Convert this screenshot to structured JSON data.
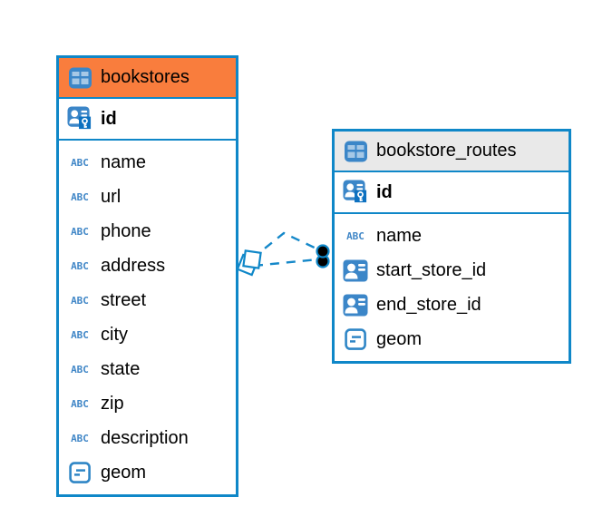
{
  "colors": {
    "canvas_bg": "#ffffff",
    "table_border_blue": "#0f87c8",
    "relation_line_blue": "#1588c9",
    "bookstores_header_bg": "#f97d3d",
    "routes_header_bg": "#e9e9e9",
    "badge_icon_blue": "#3b86c8",
    "icon_outline_blue": "#2f86c6",
    "abc_icon_blue": "#4187c7",
    "key_overlay_blue": "#0d71c0",
    "marker_dot_fill": "#000000",
    "text_color": "#000000"
  },
  "tables": [
    {
      "name": "bookstores",
      "header_icon": "table-icon",
      "header_bg": "#f97d3d",
      "primary_key": {
        "name": "id",
        "icon": "primary-key-icon"
      },
      "columns": [
        {
          "name": "name",
          "icon": "text-type-icon"
        },
        {
          "name": "url",
          "icon": "text-type-icon"
        },
        {
          "name": "phone",
          "icon": "text-type-icon"
        },
        {
          "name": "address",
          "icon": "text-type-icon"
        },
        {
          "name": "street",
          "icon": "text-type-icon"
        },
        {
          "name": "city",
          "icon": "text-type-icon"
        },
        {
          "name": "state",
          "icon": "text-type-icon"
        },
        {
          "name": "zip",
          "icon": "text-type-icon"
        },
        {
          "name": "description",
          "icon": "text-type-icon"
        },
        {
          "name": "geom",
          "icon": "geometry-type-icon"
        }
      ]
    },
    {
      "name": "bookstore_routes",
      "header_icon": "table-icon",
      "header_bg": "#e9e9e9",
      "primary_key": {
        "name": "id",
        "icon": "primary-key-icon"
      },
      "columns": [
        {
          "name": "name",
          "icon": "text-type-icon"
        },
        {
          "name": "start_store_id",
          "icon": "reference-type-icon"
        },
        {
          "name": "end_store_id",
          "icon": "reference-type-icon"
        },
        {
          "name": "geom",
          "icon": "geometry-type-icon"
        }
      ]
    }
  ],
  "relations": [
    {
      "from_table": "bookstores",
      "to_table": "bookstore_routes",
      "via_column": "start_store_id",
      "line_style": "dashed",
      "source_marker": "diamond",
      "target_marker": "filled-dot"
    },
    {
      "from_table": "bookstores",
      "to_table": "bookstore_routes",
      "via_column": "end_store_id",
      "line_style": "dashed",
      "source_marker": "diamond",
      "target_marker": "filled-dot"
    }
  ],
  "icon_names": {
    "table": "table-icon",
    "primary_key": "primary-key-icon",
    "text": "text-type-icon",
    "reference": "reference-type-icon",
    "geometry": "geometry-type-icon"
  }
}
